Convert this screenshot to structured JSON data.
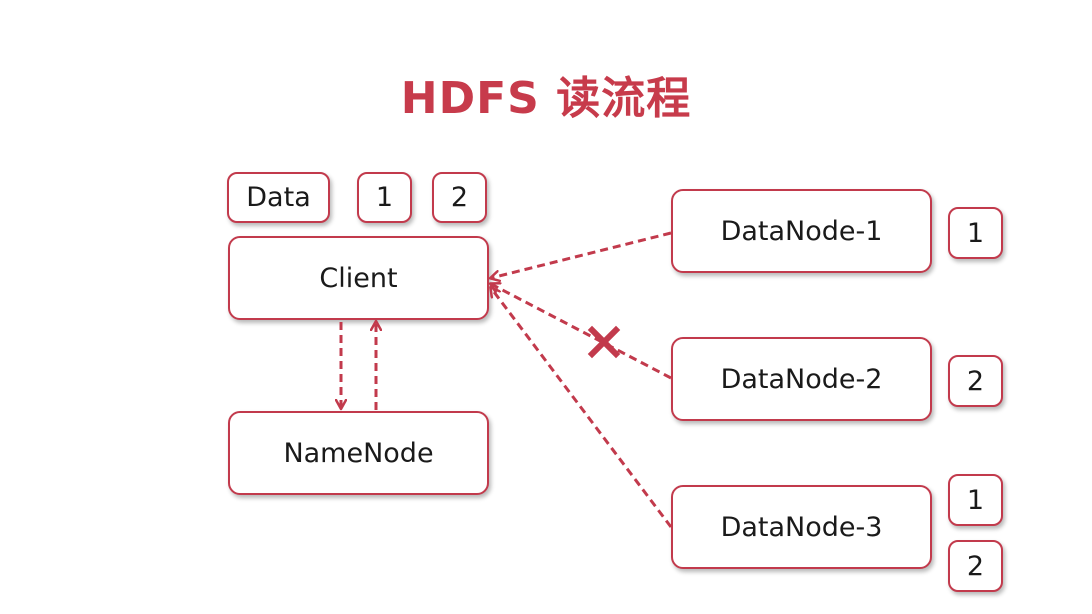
{
  "title": "HDFS 读流程",
  "client": {
    "label": "Client",
    "file_label": "Data",
    "blocks": [
      "1",
      "2"
    ]
  },
  "namenode": {
    "label": "NameNode"
  },
  "datanodes": [
    {
      "label": "DataNode-1",
      "blocks": [
        "1"
      ]
    },
    {
      "label": "DataNode-2",
      "blocks": [
        "2"
      ]
    },
    {
      "label": "DataNode-3",
      "blocks": [
        "1",
        "2"
      ]
    }
  ],
  "colors": {
    "accent": "#c23a4c",
    "title": "#c73b4b",
    "text": "#1a1a1a"
  }
}
